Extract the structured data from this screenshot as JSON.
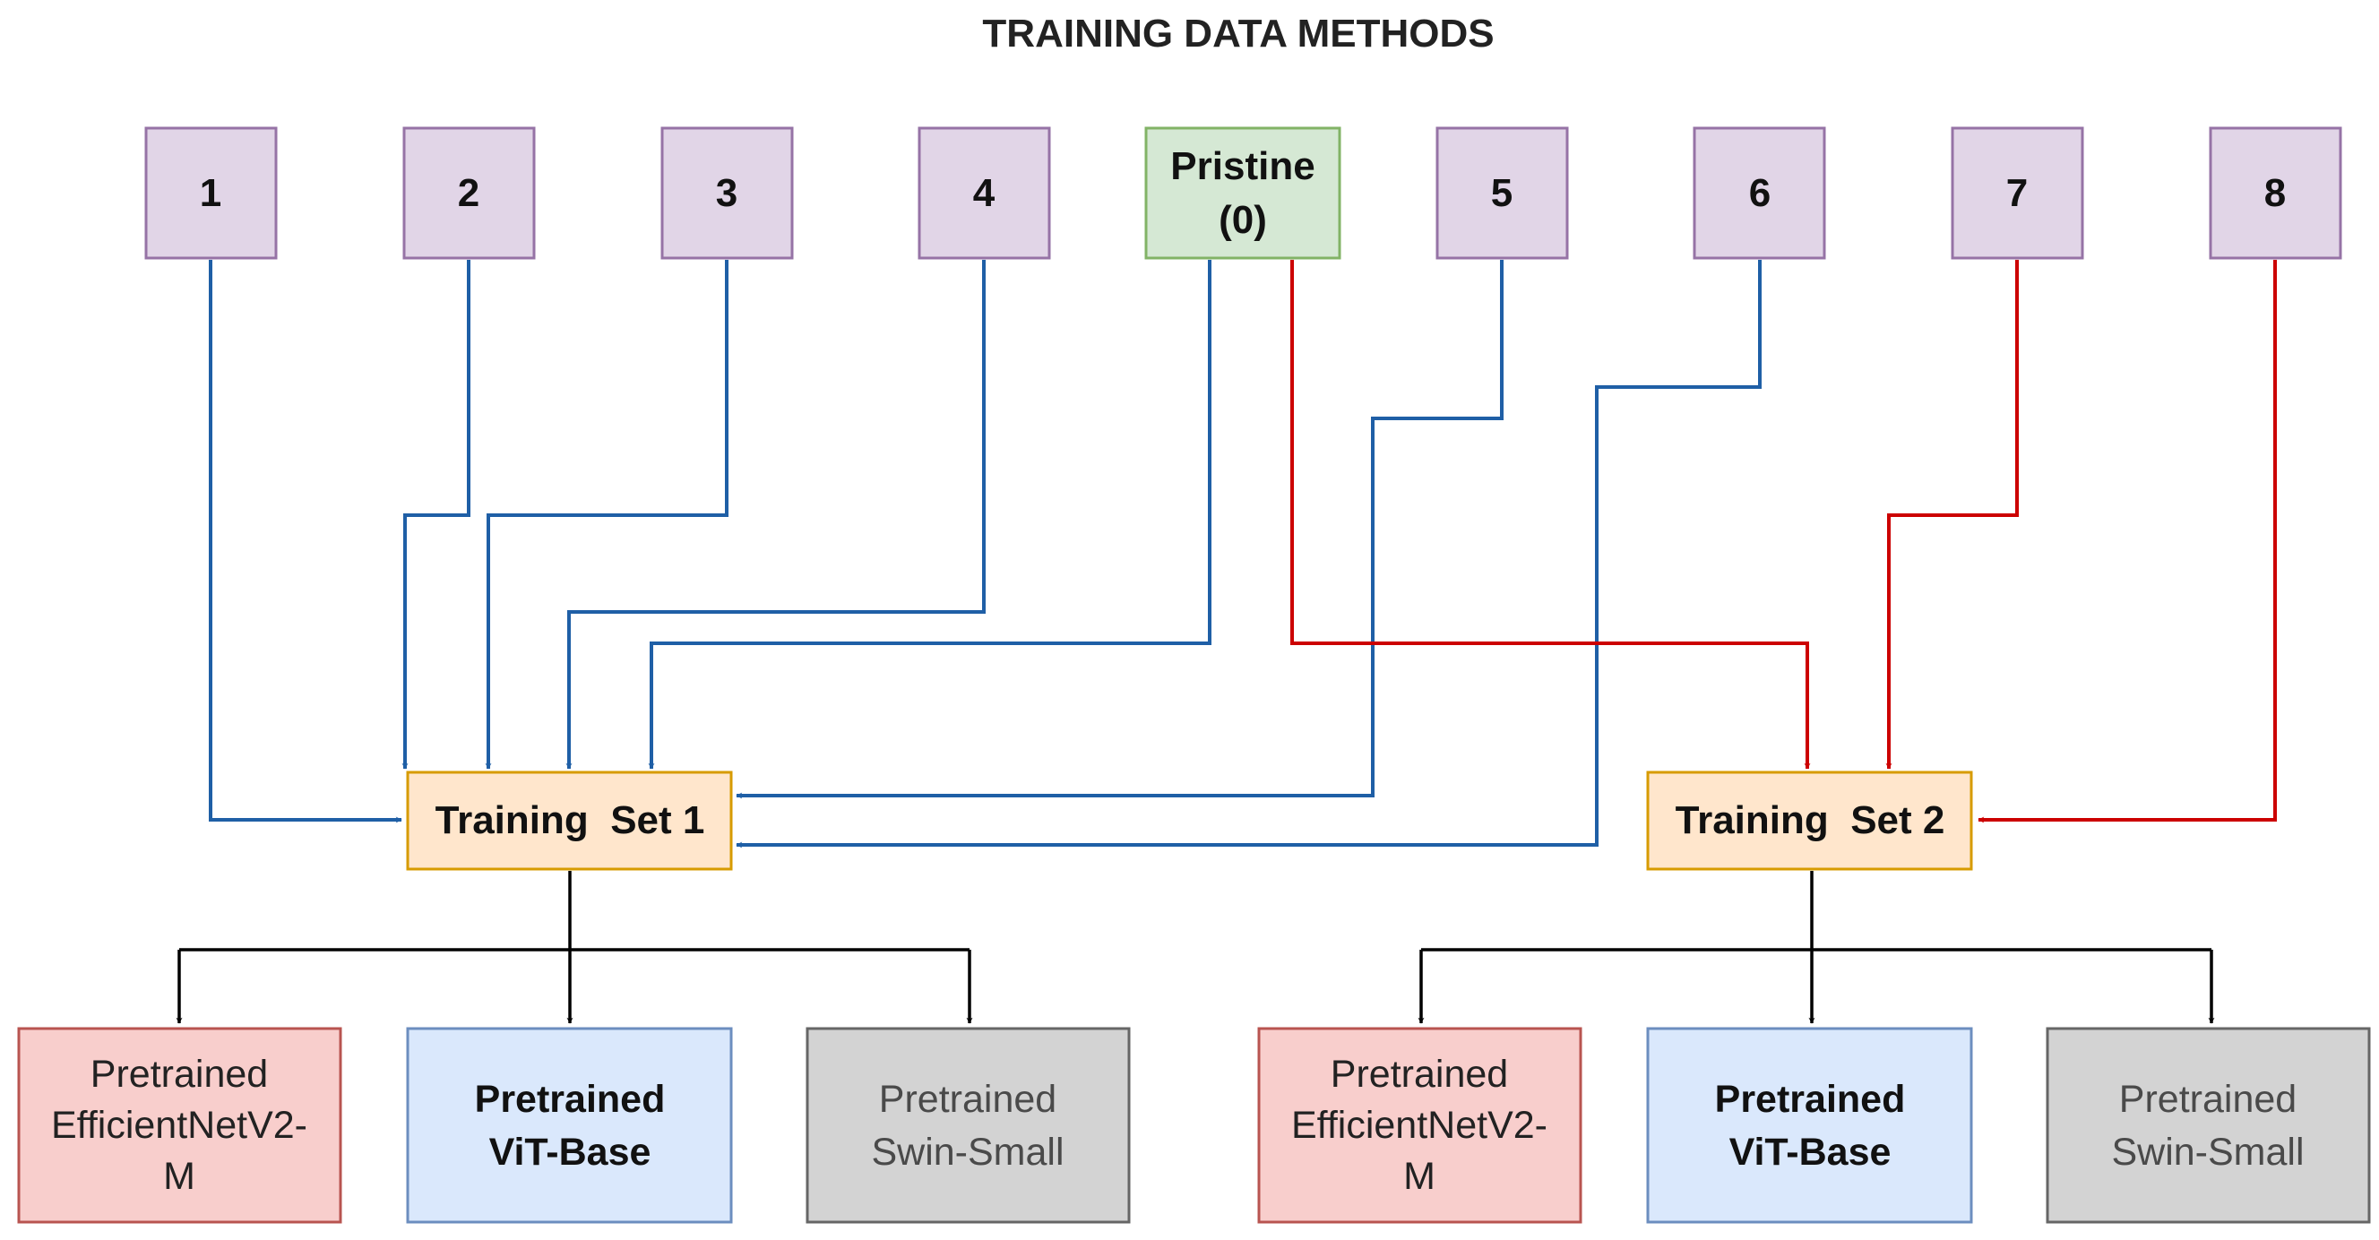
{
  "title": "TRAINING DATA METHODS",
  "colors": {
    "method_fill": "#e1d5e7",
    "method_stroke": "#9673a6",
    "pristine_fill": "#d5e8d4",
    "pristine_stroke": "#82b366",
    "set_fill": "#ffe6cc",
    "set_stroke": "#d79b00",
    "efficientnet_fill": "#f8cecc",
    "efficientnet_stroke": "#b85450",
    "vit_fill": "#dae8fc",
    "vit_stroke": "#6c8ebf",
    "swin_fill": "#d3d3d3",
    "swin_stroke": "#666666",
    "blue_arrow": "#1f5fa6",
    "red_arrow": "#cc0000",
    "black_arrow": "#000000"
  },
  "methods": [
    {
      "label": "1"
    },
    {
      "label": "2"
    },
    {
      "label": "3"
    },
    {
      "label": "4"
    },
    {
      "label": "5"
    },
    {
      "label": "6"
    },
    {
      "label": "7"
    },
    {
      "label": "8"
    }
  ],
  "pristine": {
    "line1": "Pristine",
    "line2": "(0)"
  },
  "training_sets": [
    {
      "label": "Training  Set 1"
    },
    {
      "label": "Training  Set 2"
    }
  ],
  "models": [
    {
      "line1": "Pretrained",
      "line2": "EfficientNetV2-",
      "line3": "M"
    },
    {
      "line1": "Pretrained",
      "line2": "ViT-Base"
    },
    {
      "line1": "Pretrained",
      "line2": "Swin-Small"
    },
    {
      "line1": "Pretrained",
      "line2": "EfficientNetV2-",
      "line3": "M"
    },
    {
      "line1": "Pretrained",
      "line2": "ViT-Base"
    },
    {
      "line1": "Pretrained",
      "line2": "Swin-Small"
    }
  ]
}
